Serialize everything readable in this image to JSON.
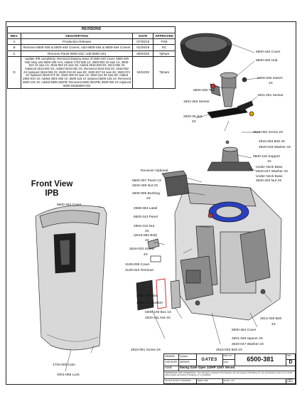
{
  "revisions": {
    "title": "REVISIONS",
    "headers": [
      "REV.",
      "DESCRIPTION",
      "DATE",
      "APPROVED"
    ],
    "rows": [
      {
        "rev": "A",
        "desc": "Production Release",
        "date": "07/30/18",
        "approved": "PSK"
      },
      {
        "rev": "B",
        "desc": "Remove 6500-455 & 6500-453 Covers; Add 6500-454 & 6500-464 Covers",
        "date": "01/29/19",
        "approved": "DC"
      },
      {
        "rev": "C",
        "desc": "Remove Panel 6500-232; Add 6500-243",
        "date": "05/04/20",
        "approved": "Tpham"
      },
      {
        "rev": "D",
        "desc": "Update IPB completely: Removed drawing views of 6500-440 Cover, 6500-400 Hub Assy and 6500-430 Arm; Added 1702-505 1X; 2600-803 2X was 1X; 2600-810 1X was 1X; 2615-053 2X was 4X; Added 2615-053 6X; 2613-082 4X replaced 2613-081 6X; Added 2616-002 4X; Removed 2616-018 4X; 2616-062 2X replaced 2616-063 2X; 2620-019 4X was 8X; 2620-047 6X was 4X; 2620-074 2X replaced 2620-073 3X; 2620-409 2X was 1X; 2620-411 9X was 8X; Added 2902-010 1X; Added 4001-055 1X; 6500-118 1X replaced 6500-125 1X; Removed 6500-125 1X; Added 6500-381PB; Removed 6500-381IPB; 6600-035 2X replaced 6600-030&6600-032",
        "date": "10/22/20",
        "approved": "Tpham"
      }
    ]
  },
  "view_title": "Front View IPB",
  "labels": {
    "c6500_440": "6500-440 Cover",
    "h6500_400": "6500-400 Hub",
    "sw6600_035": "6600-035 Switch",
    "sw_qty": "2X",
    "tool6500_200": "6500-200 Tool",
    "sens1601_261": "1601-261 Sensor",
    "sens1601_263": "1601-263 Sensor",
    "nut2902_06": "2902-06 Nut",
    "nut2902_06_qty": "2X",
    "scr2616_062": "2616-062 Screw 2X",
    "bolt2615_053": "2615-053 Bolt 4X",
    "wash2620_019": "2620-019 Washer 4X",
    "sup6500_118": "6500-118 Support",
    "sup_qty": "1X",
    "underneck1": "Under Neck Base",
    "underneck1b": "2620-047 Washer 4X",
    "underneck2": "Under Neck Base",
    "underneck2b": "2620-403 Nut 4X",
    "receiver": "Receiver Optional",
    "panel6500_307": "6500-307 Panel 1X",
    "nut2620_409": "2620-409 Nut 2X",
    "bush2600_805": "2600-805 Bushing",
    "bush_qty": "2X",
    "label2599_063": "2599-063 Label",
    "panel6500_243": "6500-243 Panel",
    "nut2902_010": "2902-010 Nut",
    "nut2902_010_qty": "2X",
    "bolt2615_082": "(2615-082 Bolt)",
    "bolt2615_082_qty": "2X",
    "scr2616_002": "2616-002 Screw",
    "scr2616_002_qty": "4X",
    "cover6500_454": "6500-454 Cover",
    "door3129_008": "3129-008 Cover",
    "term3130_023": "3130-023 Terminal",
    "box2600_528": "2600-528 Box",
    "gasket2600_731": "2600-731 Gasket",
    "box6300_106": "6300-106 Box 1X",
    "nut2620_411": "2620-411 Nut 3X",
    "scr2616_051": "2616-051 Screw 2X",
    "cam1702_505": "1702-505 Cam",
    "lock4001_055": "4001-055 Lock",
    "bolt2613_430": "2613-430 Bolt",
    "bolt2613_430_qty": "4X",
    "cover6500_464": "6500-464 Cover",
    "spacer2601_348": "2601-348 Spacer 2X",
    "wash2620_047": "2620-047 Washer 2X",
    "bolt2615_033": "2615-033 Bolt 2X"
  },
  "title_block": {
    "drawn": "DRAWN",
    "drawn_by": "Tpham",
    "checked": "CHECKED",
    "date_label": "DATE",
    "date": "06/09/20",
    "logo": "GATES",
    "dwg_label": "DWG. NO.",
    "dwg_no": "6500-381",
    "rev_label": "REV.",
    "rev": "D",
    "name_label": "NAME",
    "name": "Swing Gate Oper 1/2HP 115V Secon.",
    "proprietary": "PROPRIETARY AND CONFIDENTIAL: The information contained in this drawing is the sole property of Duraking, Inc. Any reproduction in part or as a whole without written permission of Duraking, Inc. is prohibited.",
    "no_scale": "DO NOT SCALE TO DRAWING",
    "sheet_size": "SHEET SIZE",
    "scale": "SCALE: 1:00",
    "sheet": "SHEET 1 OF 3"
  }
}
